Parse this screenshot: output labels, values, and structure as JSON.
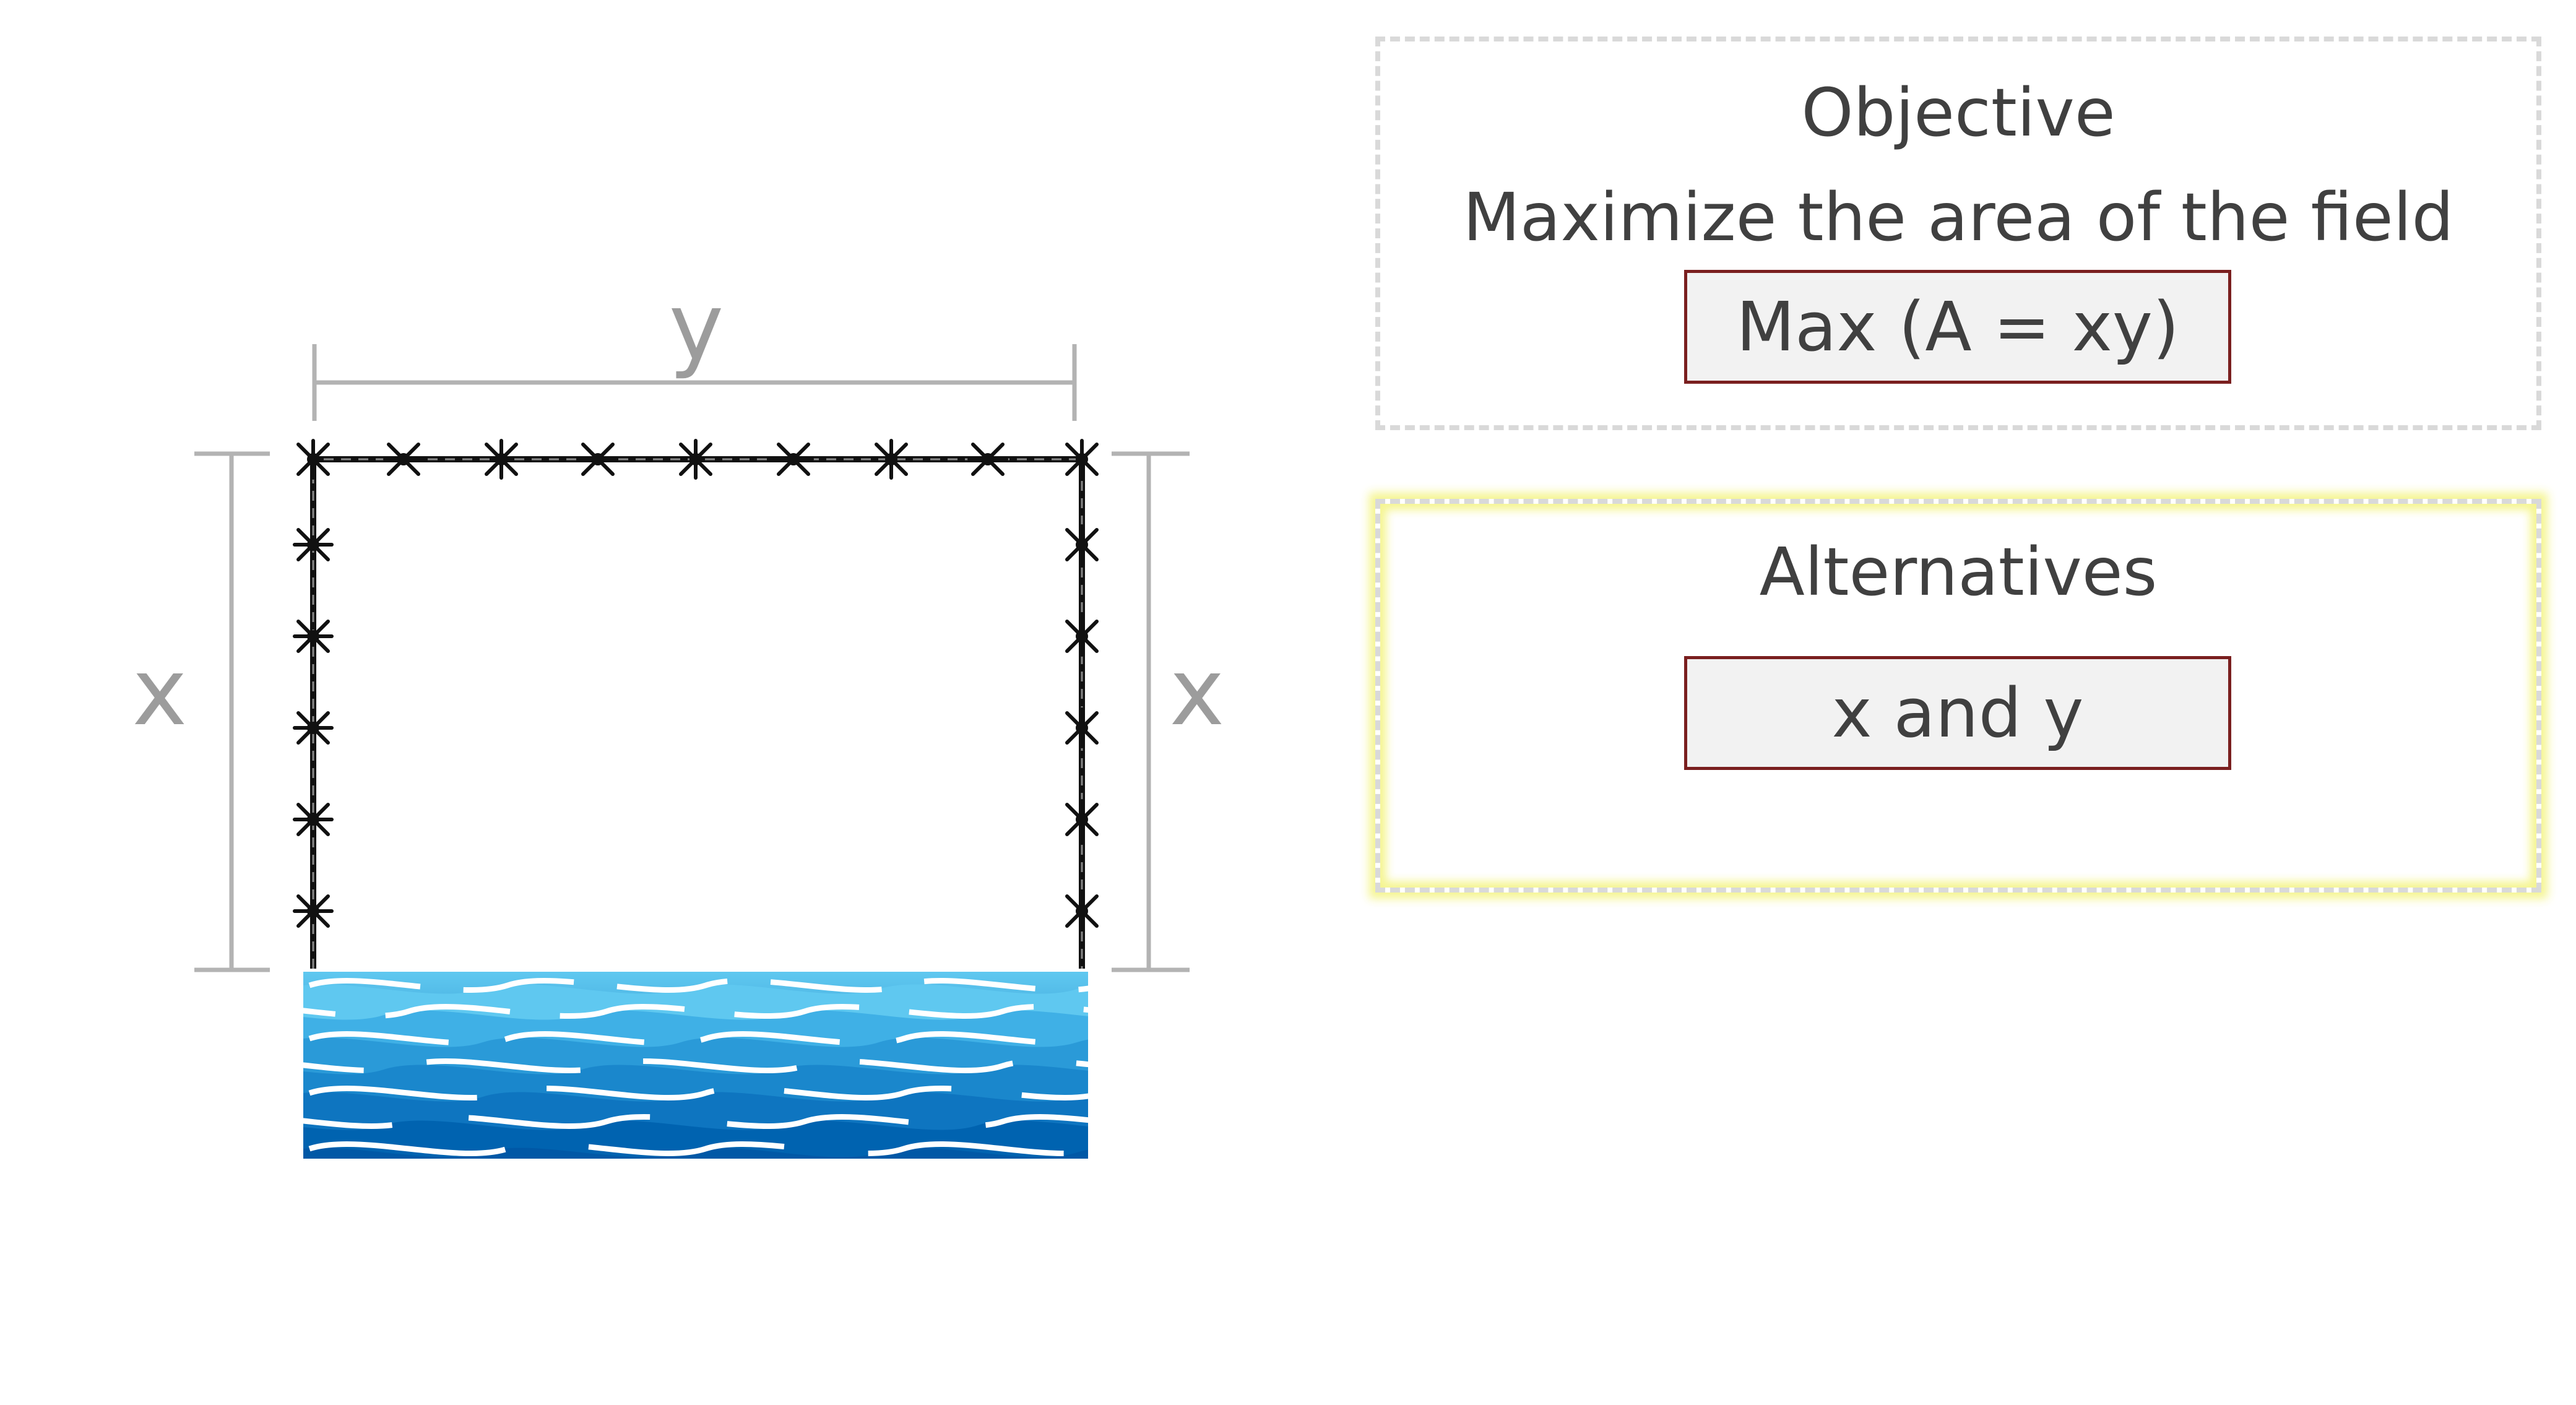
{
  "diagram": {
    "top_dimension_label": "y",
    "left_dimension_label": "x",
    "right_dimension_label": "x",
    "fence_icon": "barbed-wire-icon",
    "water_icon": "wave-water-icon",
    "colors": {
      "dimension_line": "#b3b3b3",
      "fence": "#111111",
      "water_dark": "#0066b3",
      "water_light": "#5fc8f0"
    }
  },
  "objective": {
    "title": "Objective",
    "description": "Maximize the area of the field",
    "formula": "Max (A = xy)"
  },
  "alternatives": {
    "title": "Alternatives",
    "value": "x and y"
  },
  "colors": {
    "panel_border": "#d9d9d9",
    "highlight_glow": "#f4f48c",
    "value_box_border": "#7a1f1f",
    "value_box_fill": "#f2f2f2",
    "text": "#404040"
  }
}
